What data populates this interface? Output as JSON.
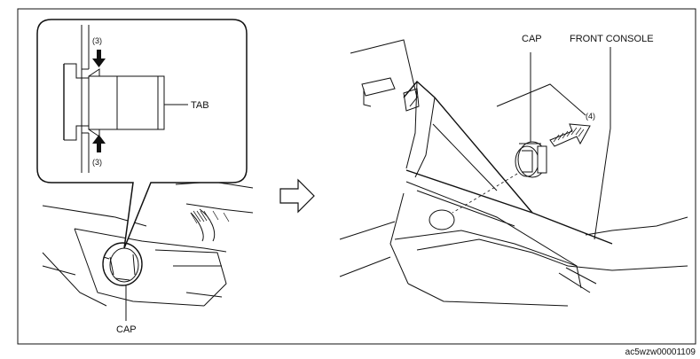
{
  "figure_id": "ac5wzw00001109",
  "left_panel": {
    "detail_callout": {
      "step_top": "(3)",
      "step_bottom": "(3)",
      "tab_label": "TAB"
    },
    "cap_label": "CAP"
  },
  "right_panel": {
    "cap_label": "CAP",
    "front_console_label": "FRONT CONSOLE",
    "step_label": "(4)"
  },
  "icons": {
    "transition_arrow": "hollow-right-arrow-icon",
    "push_arrow": "push-arrow-icon",
    "pull_arrow": "hatched-pull-arrow-icon"
  }
}
